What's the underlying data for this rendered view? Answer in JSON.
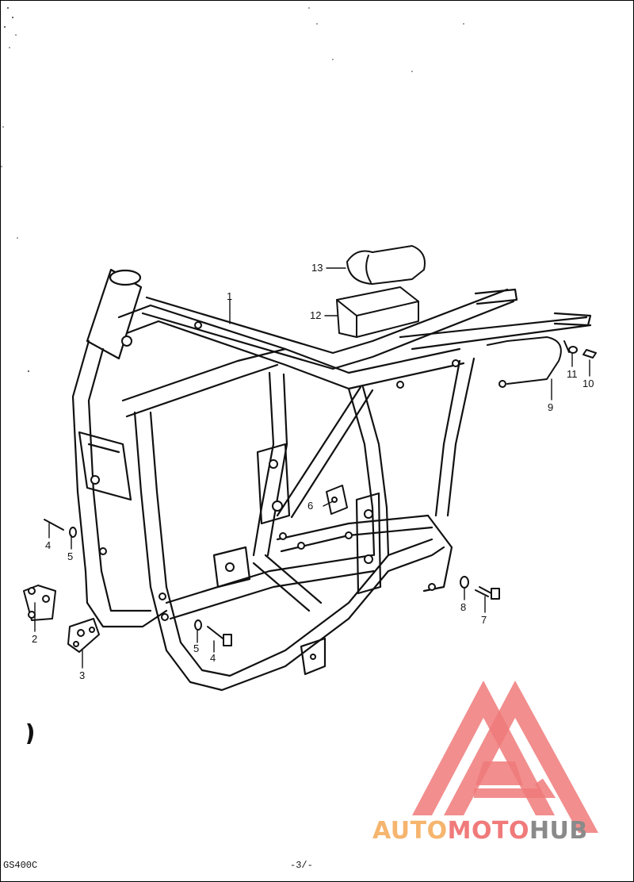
{
  "diagram": {
    "ink_color": "#111111",
    "labels": [
      {
        "id": "frame",
        "text": "1"
      },
      {
        "id": "bracket-left",
        "text": "2"
      },
      {
        "id": "plate-left",
        "text": "3"
      },
      {
        "id": "bolt-left-upper",
        "text": "4"
      },
      {
        "id": "washer-left-upper",
        "text": "5"
      },
      {
        "id": "bolt-left-lower",
        "text": "4"
      },
      {
        "id": "washer-left-lower",
        "text": "5"
      },
      {
        "id": "plate-center",
        "text": "6"
      },
      {
        "id": "bolt-right",
        "text": "7"
      },
      {
        "id": "washer-right",
        "text": "8"
      },
      {
        "id": "rod-rear",
        "text": "9"
      },
      {
        "id": "bolt-rear",
        "text": "10"
      },
      {
        "id": "washer-rear",
        "text": "11"
      },
      {
        "id": "tray",
        "text": "12"
      },
      {
        "id": "cover",
        "text": "13"
      }
    ]
  },
  "footer": {
    "model_code": "GS400C",
    "page_number": "-3/-"
  },
  "watermark": {
    "text_part1": "AUTO",
    "text_part2": "MOTO",
    "text_part3": "HUB",
    "color_light": "#f6b56e",
    "color_red": "#f07a7a",
    "color_dark": "#8a8a8a"
  }
}
